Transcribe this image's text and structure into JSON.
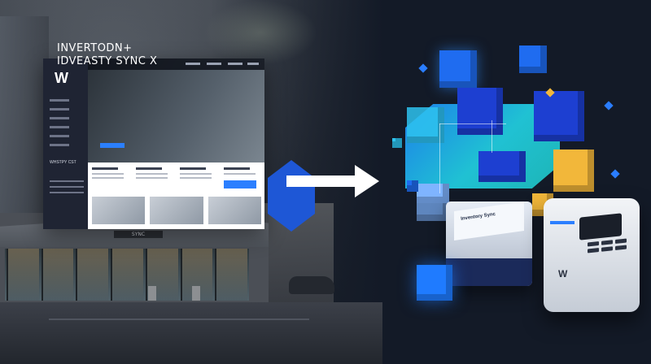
{
  "mockup": {
    "logo": "W",
    "hero_title": "INVERTODN+\nIDVEASTY SYNC X",
    "sidebar_text": "WHSTPY CST",
    "receipt_label": "Inventory Sync"
  },
  "storefront": {
    "sign": "SYNC"
  },
  "pos": {
    "logo": "W"
  },
  "colors": {
    "accent": "#2b7fff",
    "cube_blue": "#1f6cf0",
    "cube_cyan": "#2ec3ef",
    "cube_yellow": "#f2b73a",
    "background": "#131a27"
  }
}
